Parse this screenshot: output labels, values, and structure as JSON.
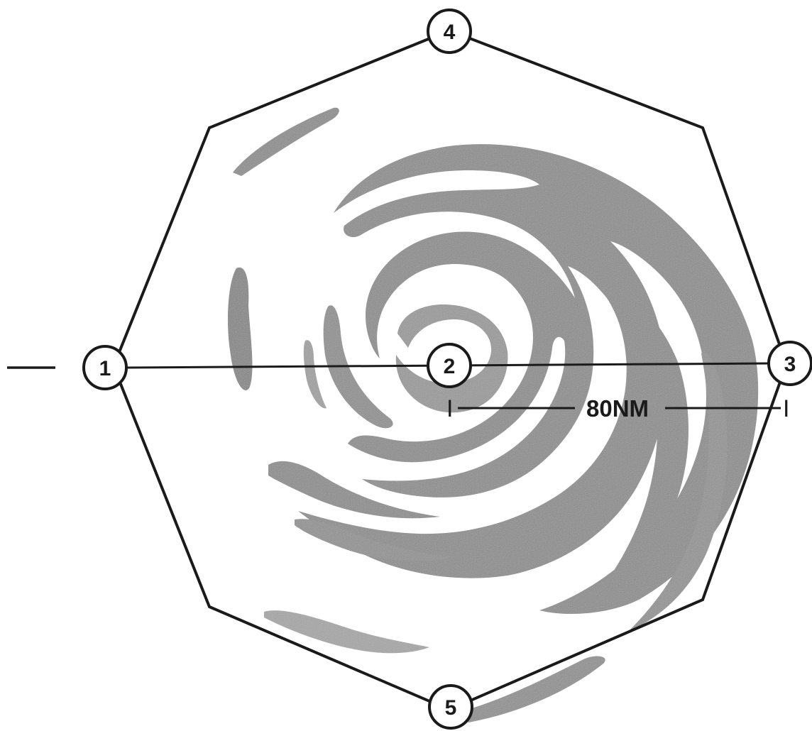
{
  "points": [
    {
      "id": "1",
      "label": "1"
    },
    {
      "id": "2",
      "label": "2"
    },
    {
      "id": "3",
      "label": "3"
    },
    {
      "id": "4",
      "label": "4"
    },
    {
      "id": "5",
      "label": "5"
    }
  ],
  "distance": {
    "label": "80NM",
    "left_tick": "I",
    "right_tick": "I"
  },
  "colors": {
    "ink": "#1a1a1a",
    "rainband": "#8c8c8c",
    "rainband_light": "#a8a8a8",
    "background": "#ffffff"
  }
}
